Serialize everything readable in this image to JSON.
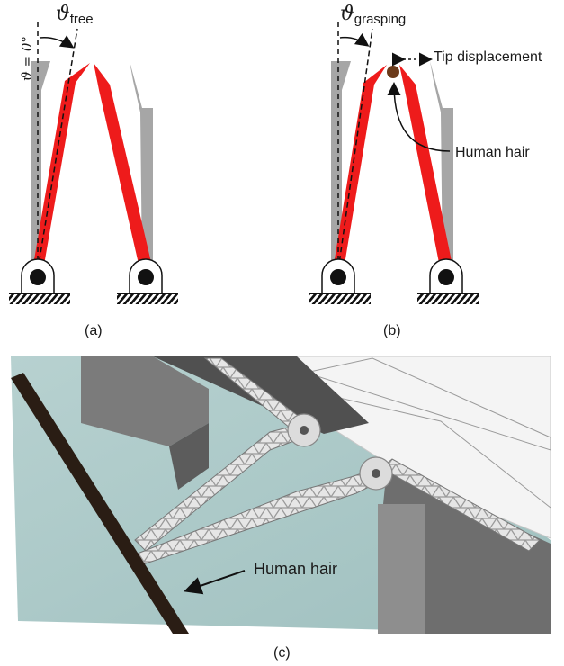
{
  "panel_a": {
    "caption": "(a)",
    "zero_angle_label": "ϑ = 0°",
    "theta_symbol": "ϑ",
    "theta_subscript": "free"
  },
  "panel_b": {
    "caption": "(b)",
    "theta_symbol": "ϑ",
    "theta_subscript": "grasping",
    "tip_label": "Tip displacement",
    "hair_label": "Human hair"
  },
  "panel_c": {
    "caption": "(c)",
    "hair_label": "Human hair"
  },
  "colors": {
    "arm_red": "#ee1b1b",
    "arm_gray": "#a6a6a6",
    "hair_brown": "#6b3a1a",
    "substrate_teal": "#a7c5c4",
    "block_gray": "#7f7f7f"
  }
}
